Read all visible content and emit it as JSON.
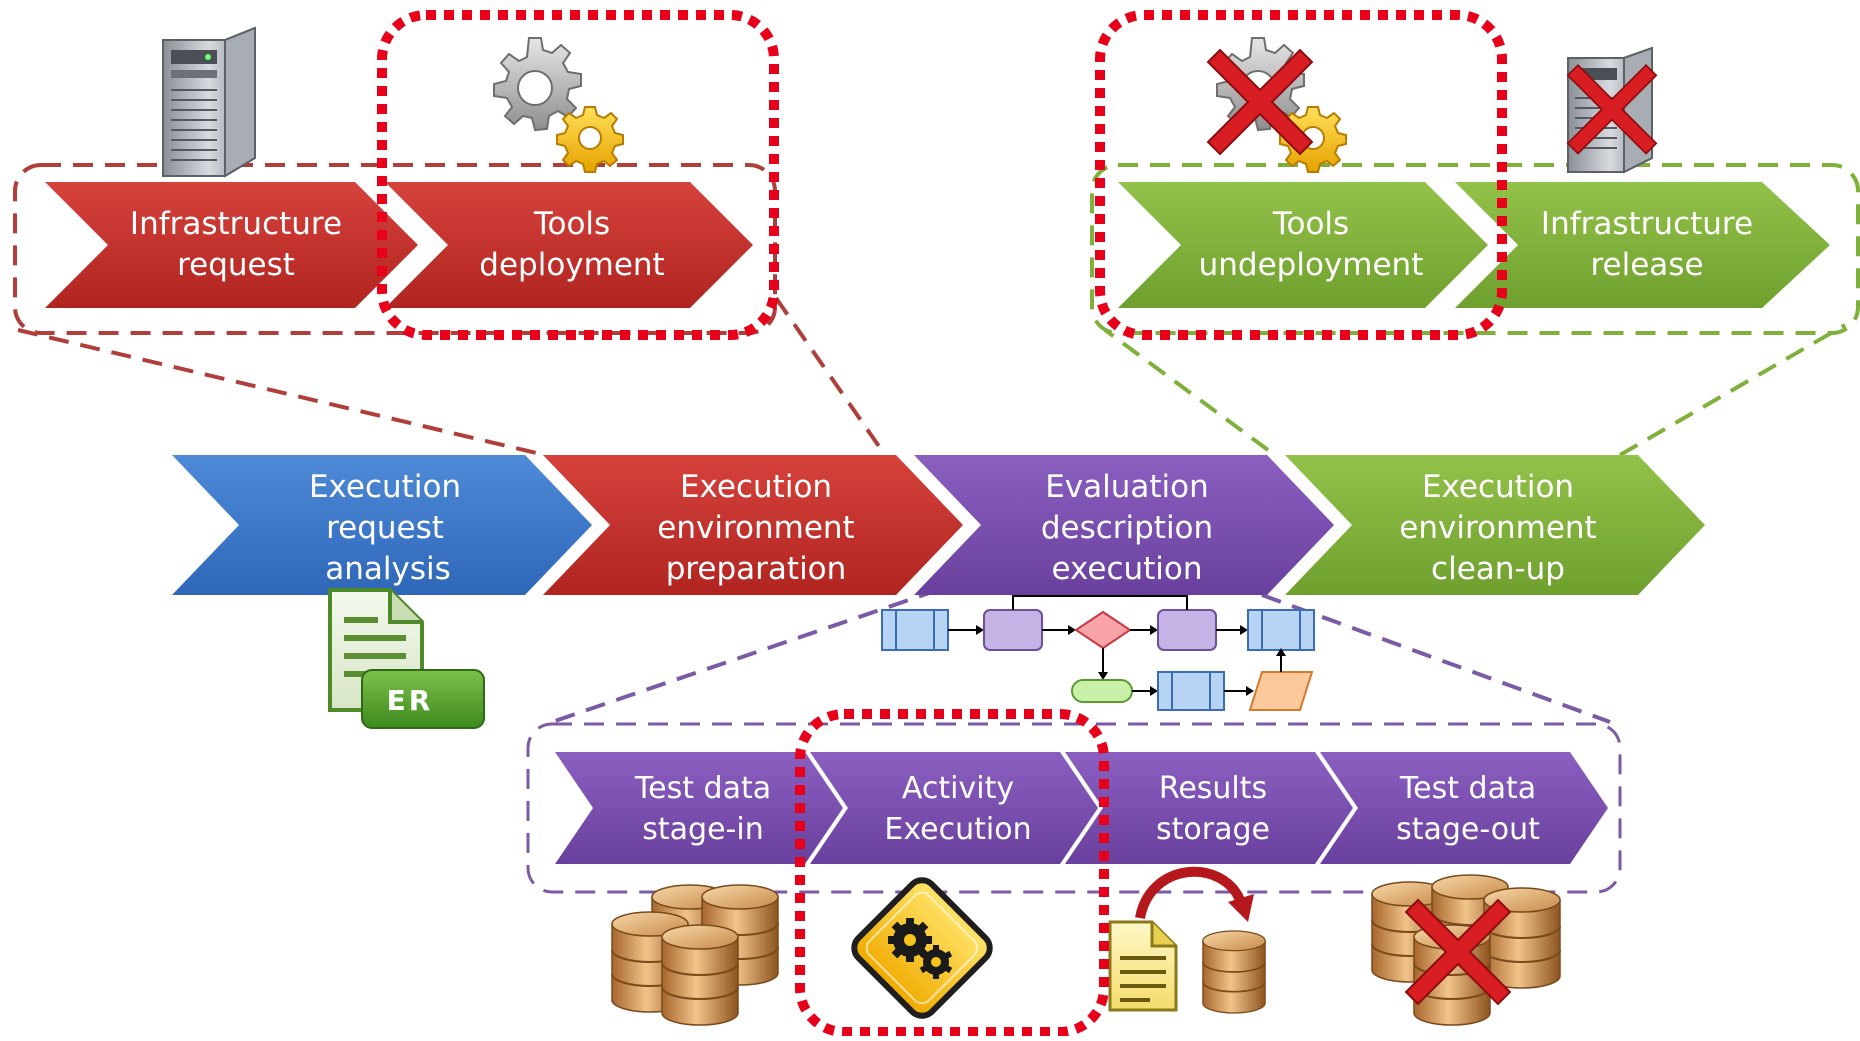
{
  "diagram": {
    "main_steps": [
      {
        "lines": [
          "Execution",
          "request",
          "analysis"
        ]
      },
      {
        "lines": [
          "Execution",
          "environment",
          "preparation"
        ]
      },
      {
        "lines": [
          "Evaluation",
          "description",
          "execution"
        ]
      },
      {
        "lines": [
          "Execution",
          "environment",
          "clean-up"
        ]
      }
    ],
    "prep_substeps": [
      {
        "lines": [
          "Infrastructure",
          "request"
        ]
      },
      {
        "lines": [
          "Tools",
          "deployment"
        ]
      }
    ],
    "cleanup_substeps": [
      {
        "lines": [
          "Tools",
          "undeployment"
        ]
      },
      {
        "lines": [
          "Infrastructure",
          "release"
        ]
      }
    ],
    "eval_substeps": [
      {
        "lines": [
          "Test data",
          "stage-in"
        ]
      },
      {
        "lines": [
          "Activity",
          "Execution"
        ]
      },
      {
        "lines": [
          "Results",
          "storage"
        ]
      },
      {
        "lines": [
          "Test data",
          "stage-out"
        ]
      }
    ],
    "er_doc_label": "ER",
    "icons": {
      "server": "server-icon",
      "gears": "gears-icon",
      "cross": "cross-icon",
      "database": "database-icon",
      "warning_gears": "warning-gears-icon",
      "document": "document-icon",
      "flowchart": "flowchart-icon"
    },
    "colors": {
      "blue": "#3f7ccf",
      "red": "#c5302c",
      "purple": "#7b4fb0",
      "green": "#7fb03a",
      "highlight": "#e8001a"
    }
  }
}
